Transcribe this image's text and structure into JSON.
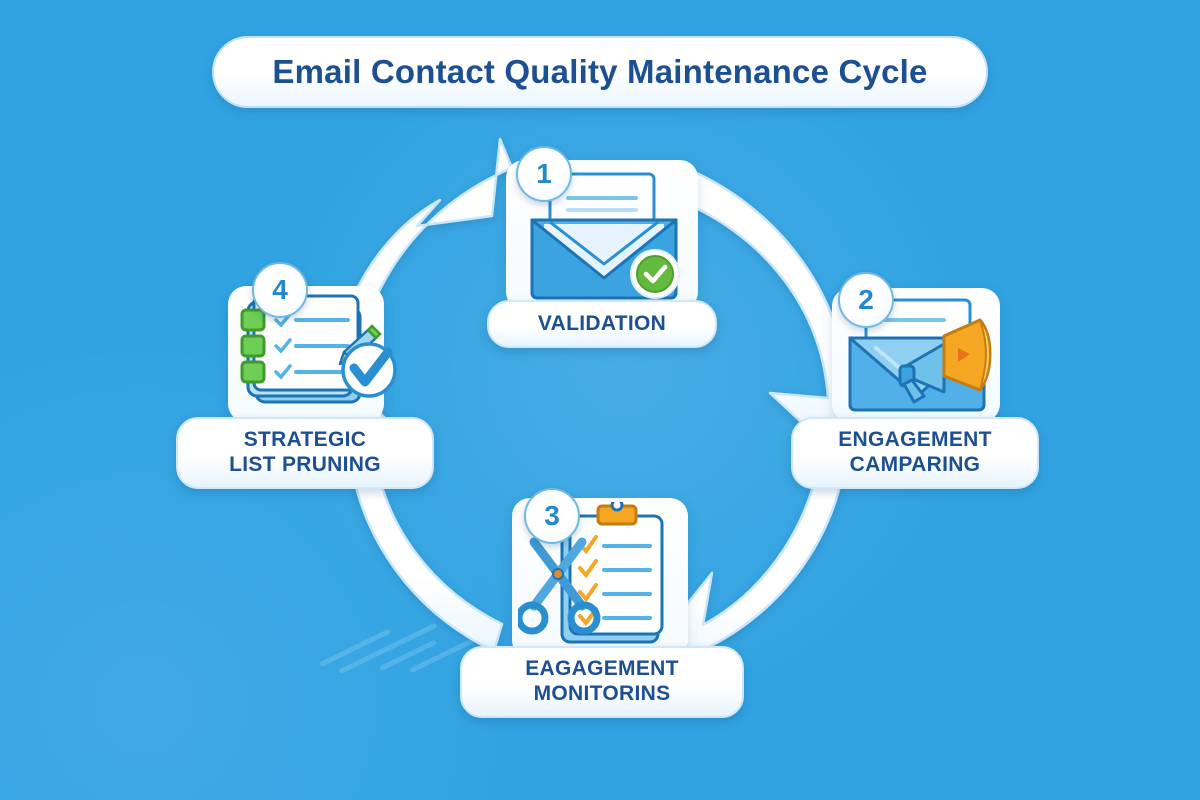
{
  "header": {
    "title": "Email Contact Quality Maintenance Cycle"
  },
  "theme": {
    "background": "#31a3e2",
    "title_text": "#1d4f93",
    "label_text": "#1d4f93",
    "badge_number": "#2488c9",
    "arrow_fill": "#ffffff",
    "arrow_outline": "#cbe7f9",
    "accent_green": "#5cb93c",
    "accent_orange": "#f5a623",
    "icon_blue": "#2a8fd0"
  },
  "diagram": {
    "type": "cycle",
    "direction": "clockwise",
    "step_count": 4,
    "steps": [
      {
        "number": "1",
        "label": "VALIDATION",
        "label_lines": [
          "VALIDATION"
        ],
        "icon": "envelope-check-icon",
        "position": "top"
      },
      {
        "number": "2",
        "label": "ENGAGEMENT CAMPARING",
        "label_lines": [
          "ENGAGEMENT",
          "CAMPARING"
        ],
        "icon": "envelope-megaphone-icon",
        "position": "right"
      },
      {
        "number": "3",
        "label": "EAGAGEMENT MONITORINS",
        "label_lines": [
          "EAGAGEMENT",
          "MONITORINS"
        ],
        "icon": "clipboard-scissors-icon",
        "position": "bottom"
      },
      {
        "number": "4",
        "label": "STRATEGIC LIST PRUNING",
        "label_lines": [
          "STRATEGIC",
          "LIST PRUNING"
        ],
        "icon": "checklist-approved-icon",
        "position": "left"
      }
    ],
    "arrows": [
      {
        "from": "4",
        "to": "1",
        "name": "arrow-left-to-top"
      },
      {
        "from": "1",
        "to": "2",
        "name": "arrow-top-to-right"
      },
      {
        "from": "2",
        "to": "3",
        "name": "arrow-right-to-bottom"
      },
      {
        "from": "3",
        "to": "4",
        "name": "arrow-bottom-to-left"
      }
    ]
  }
}
